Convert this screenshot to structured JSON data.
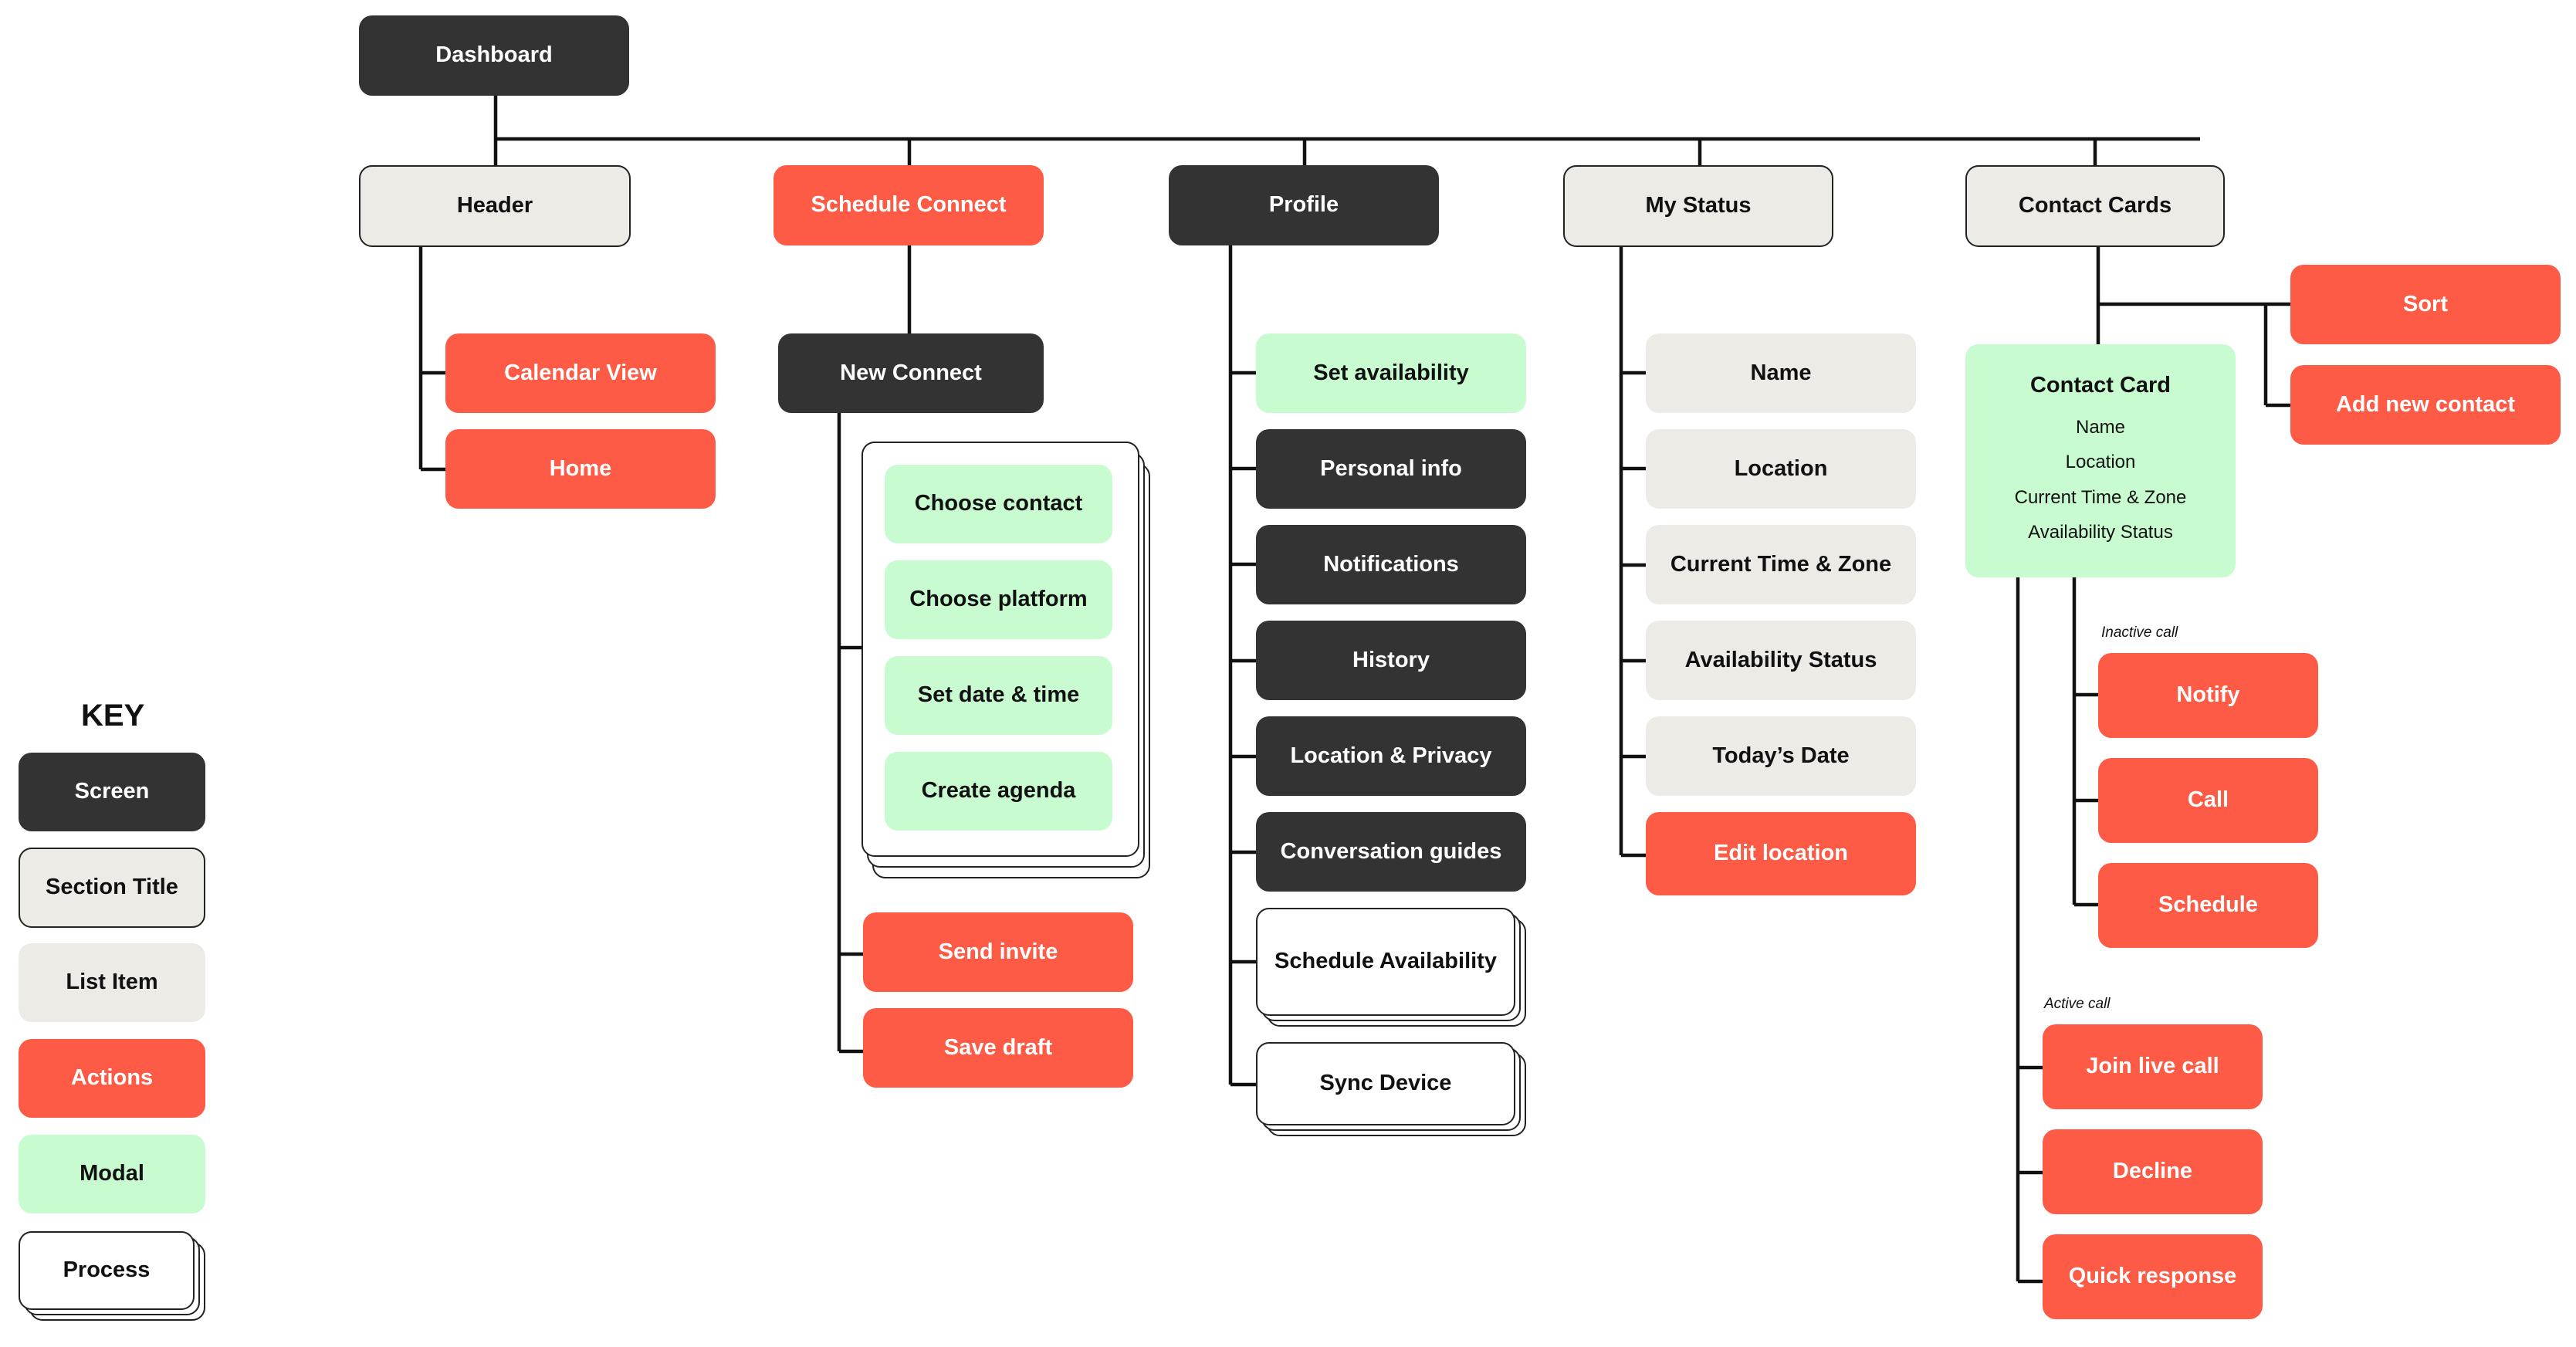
{
  "colors": {
    "screen": "#333333",
    "section_title": "#ecebe6",
    "list_item": "#ecebe6",
    "actions": "#fd5b45",
    "modal": "#c8fcd0",
    "process": "#ffffff",
    "connector": "#111111"
  },
  "root": {
    "label": "Dashboard"
  },
  "header": {
    "label": "Header",
    "items": [
      "Calendar View",
      "Home"
    ]
  },
  "schedule_connect": {
    "label": "Schedule Connect",
    "new_connect": "New Connect",
    "steps": [
      "Choose contact",
      "Choose platform",
      "Set date & time",
      "Create agenda"
    ],
    "actions": [
      "Send invite",
      "Save draft"
    ]
  },
  "profile": {
    "label": "Profile",
    "modal_item": "Set availability",
    "screens": [
      "Personal info",
      "Notifications",
      "History",
      "Location & Privacy",
      "Conversation guides"
    ],
    "processes": [
      "Schedule Availability",
      "Sync Device"
    ]
  },
  "my_status": {
    "label": "My Status",
    "items": [
      "Name",
      "Location",
      "Current Time & Zone",
      "Availability Status",
      "Today’s Date"
    ],
    "action": "Edit location"
  },
  "contact_cards": {
    "label": "Contact Cards",
    "actions": [
      "Sort",
      "Add new contact"
    ],
    "card": {
      "title": "Contact Card",
      "fields": [
        "Name",
        "Location",
        "Current Time & Zone",
        "Availability Status"
      ]
    },
    "inactive_label": "Inactive call",
    "inactive_actions": [
      "Notify",
      "Call",
      "Schedule"
    ],
    "active_label": "Active call",
    "active_actions": [
      "Join live call",
      "Decline",
      "Quick response"
    ]
  },
  "key": {
    "title": "KEY",
    "items": [
      "Screen",
      "Section Title",
      "List Item",
      "Actions",
      "Modal",
      "Process"
    ]
  }
}
